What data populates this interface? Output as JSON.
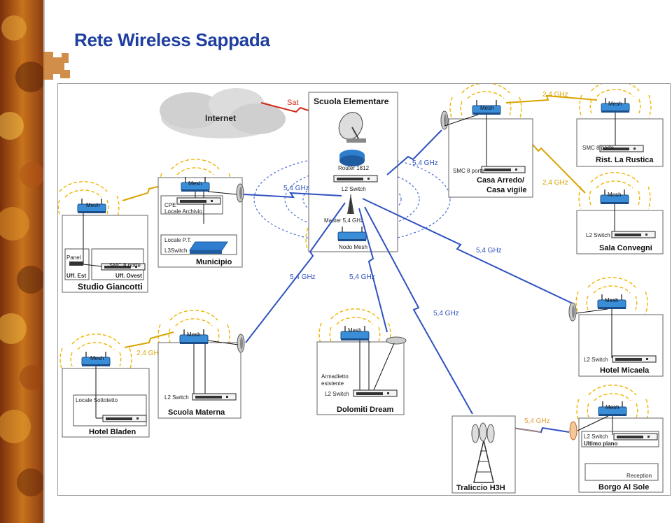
{
  "slide": {
    "title": "Rete Wireless Sappada"
  },
  "internet": {
    "label": "Internet"
  },
  "sat": {
    "label": "Sat"
  },
  "sites": {
    "scuola_elementare": {
      "name": "Scuola Elementare",
      "router": "Router 1812",
      "l2": "L2 Switch",
      "master": "Master 5,4 GHz",
      "nodo": "Nodo Mesh"
    },
    "casa_arredo": {
      "name": "Casa Arredo/",
      "name2": "Casa vigile",
      "smc": "SMC 8 porte"
    },
    "rustica": {
      "name": "Rist. La Rustica",
      "smc": "SMC 8 porte"
    },
    "sala_convegni": {
      "name": "Sala Convegni",
      "l2": "L2 Switch"
    },
    "municipio": {
      "name": "Municipio",
      "cpe": "CPE",
      "archivio": "Locale Archivio",
      "lpt": "Locale P.T.",
      "l3": "L3Switch"
    },
    "giancotti": {
      "name": "Studio Giancotti",
      "panel": "Panel",
      "smc": "SMC 8 porte",
      "est": "Uff. Est",
      "ovest": "Uff. Ovest"
    },
    "micaela": {
      "name": "Hotel Micaela",
      "l2": "L2 Switch"
    },
    "bladen": {
      "name": "Hotel Bladen",
      "sotto": "Locale Sottotetto"
    },
    "materna": {
      "name": "Scuola Materna",
      "l2": "L2 Switch"
    },
    "dolomiti": {
      "name": "Dolomiti Dream",
      "arm1": "Armadietto",
      "arm2": "esistente",
      "l2": "L2 Switch"
    },
    "traliccio": {
      "name": "Traliccio H3H"
    },
    "borgo": {
      "name": "Borgo Al Sole",
      "l2": "L2 Switch",
      "piano": "Ultimo piano",
      "reception": "Reception"
    }
  },
  "links": {
    "mesh": "Mesh",
    "g54": "5,4 GHz",
    "g24": "2,4 GHz"
  },
  "colors": {
    "title": "#1f3f9f",
    "link54": "#3a5fc8",
    "link24": "#d9a400",
    "sat": "#d42a1a",
    "wave": "#f0b400"
  }
}
